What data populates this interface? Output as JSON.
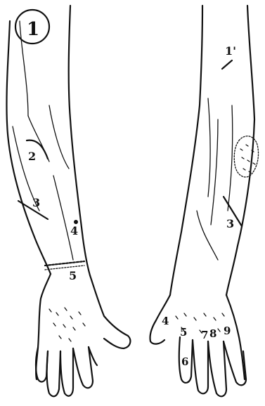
{
  "labels": {
    "left": {
      "n1": "1",
      "n2": "2",
      "n3": "3",
      "n4": "4",
      "n5": "5"
    },
    "right": {
      "n1": "1'",
      "n3": "3",
      "n4": "4",
      "n5": "5",
      "n6": "6",
      "n7": "7",
      "n8": "8",
      "n9": "9"
    }
  }
}
